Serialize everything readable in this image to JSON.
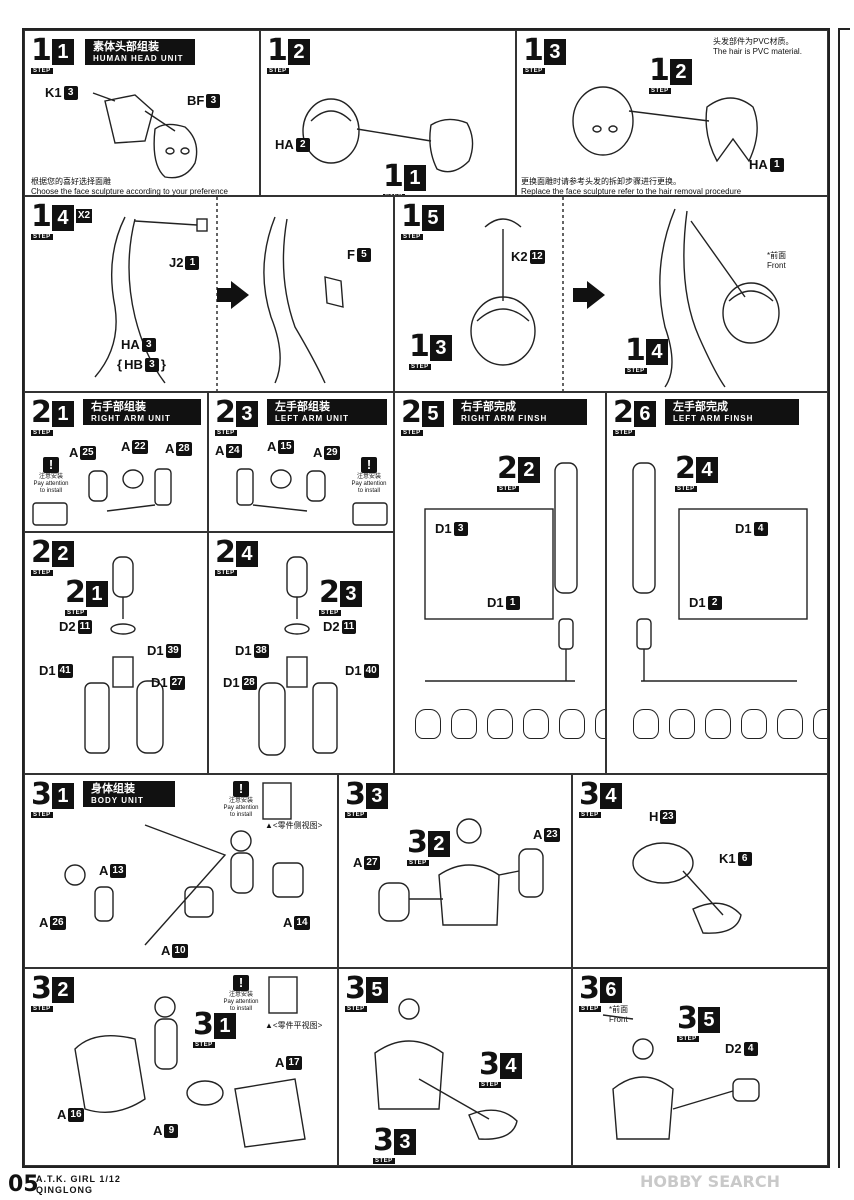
{
  "page": {
    "number": "05",
    "product_line": "A.T.K. GIRL 1/12",
    "product_name": "QINGLONG",
    "watermark": "HOBBY SEARCH"
  },
  "common": {
    "step_word": "STEP",
    "x2": "X2",
    "warn_cn": "注意安装",
    "warn_en1": "Pay attention",
    "warn_en2": "to install"
  },
  "steps": {
    "s11": {
      "major": "1",
      "minor": "1",
      "title_cn": "素体头部组装",
      "title_en": "HUMAN HEAD UNIT",
      "parts": [
        {
          "p": "K1",
          "n": "3"
        },
        {
          "p": "BF",
          "n": "3"
        }
      ],
      "note_cn": "根据您的喜好选择面雕",
      "note_en": "Choose the face sculpture according to your preference"
    },
    "s12": {
      "major": "1",
      "minor": "2",
      "parts": [
        {
          "p": "HA",
          "n": "2"
        }
      ],
      "ref_major": "1",
      "ref_minor": "1"
    },
    "s13": {
      "major": "1",
      "minor": "3",
      "note_top_cn": "头发部件为PVC材质。",
      "note_top_en": "The hair is PVC material.",
      "parts": [
        {
          "p": "HA",
          "n": "1"
        }
      ],
      "ref_major": "1",
      "ref_minor": "2",
      "note_cn": "更换面雕时请参考头发的拆卸步骤进行更换。",
      "note_en": "Replace the face sculpture refer to the hair removal procedure"
    },
    "s14": {
      "major": "1",
      "minor": "4",
      "parts": [
        {
          "p": "J2",
          "n": "1"
        },
        {
          "p": "HA",
          "n": "3"
        },
        {
          "p": "HB",
          "n": "3"
        },
        {
          "p": "F",
          "n": "5"
        }
      ]
    },
    "s15": {
      "major": "1",
      "minor": "5",
      "parts": [
        {
          "p": "K2",
          "n": "12"
        }
      ],
      "ref1_major": "1",
      "ref1_minor": "3",
      "ref2_major": "1",
      "ref2_minor": "4",
      "front_cn": "*前面",
      "front_en": "Front"
    },
    "s21": {
      "major": "2",
      "minor": "1",
      "title_cn": "右手部组装",
      "title_en": "RIGHT ARM UNIT",
      "parts": [
        {
          "p": "A",
          "n": "25"
        },
        {
          "p": "A",
          "n": "22"
        },
        {
          "p": "A",
          "n": "28"
        }
      ]
    },
    "s23": {
      "major": "2",
      "minor": "3",
      "title_cn": "左手部组装",
      "title_en": "LEFT ARM UNIT",
      "parts": [
        {
          "p": "A",
          "n": "24"
        },
        {
          "p": "A",
          "n": "15"
        },
        {
          "p": "A",
          "n": "29"
        }
      ]
    },
    "s25": {
      "major": "2",
      "minor": "5",
      "title_cn": "右手部完成",
      "title_en": "RIGHT ARM FINSH",
      "parts": [
        {
          "p": "D1",
          "n": "3"
        },
        {
          "p": "D1",
          "n": "1"
        }
      ],
      "ref_major": "2",
      "ref_minor": "2"
    },
    "s26": {
      "major": "2",
      "minor": "6",
      "title_cn": "左手部完成",
      "title_en": "LEFT ARM FINSH",
      "parts": [
        {
          "p": "D1",
          "n": "4"
        },
        {
          "p": "D1",
          "n": "2"
        }
      ],
      "ref_major": "2",
      "ref_minor": "4"
    },
    "s22": {
      "major": "2",
      "minor": "2",
      "ref_major": "2",
      "ref_minor": "1",
      "parts": [
        {
          "p": "D2",
          "n": "11"
        },
        {
          "p": "D1",
          "n": "39"
        },
        {
          "p": "D1",
          "n": "41"
        },
        {
          "p": "D1",
          "n": "27"
        }
      ]
    },
    "s24": {
      "major": "2",
      "minor": "4",
      "ref_major": "2",
      "ref_minor": "3",
      "parts": [
        {
          "p": "D2",
          "n": "11"
        },
        {
          "p": "D1",
          "n": "38"
        },
        {
          "p": "D1",
          "n": "40"
        },
        {
          "p": "D1",
          "n": "28"
        }
      ]
    },
    "s31": {
      "major": "3",
      "minor": "1",
      "title_cn": "身体组装",
      "title_en": "BODY UNIT",
      "parts": [
        {
          "p": "A",
          "n": "13"
        },
        {
          "p": "A",
          "n": "26"
        },
        {
          "p": "A",
          "n": "14"
        },
        {
          "p": "A",
          "n": "10"
        }
      ],
      "view_note": "▲<零件侧视图>"
    },
    "s33": {
      "major": "3",
      "minor": "3",
      "ref_major": "3",
      "ref_minor": "2",
      "parts": [
        {
          "p": "A",
          "n": "23"
        },
        {
          "p": "A",
          "n": "27"
        }
      ]
    },
    "s34": {
      "major": "3",
      "minor": "4",
      "parts": [
        {
          "p": "H",
          "n": "23"
        },
        {
          "p": "K1",
          "n": "6"
        }
      ]
    },
    "s32": {
      "major": "3",
      "minor": "2",
      "ref_major": "3",
      "ref_minor": "1",
      "parts": [
        {
          "p": "A",
          "n": "17"
        },
        {
          "p": "A",
          "n": "16"
        },
        {
          "p": "A",
          "n": "9"
        }
      ],
      "view_note": "▲<零件平视图>"
    },
    "s35": {
      "major": "3",
      "minor": "5",
      "ref1_major": "3",
      "ref1_minor": "4",
      "ref2_major": "3",
      "ref2_minor": "3"
    },
    "s36": {
      "major": "3",
      "minor": "6",
      "ref_major": "3",
      "ref_minor": "5",
      "parts": [
        {
          "p": "D2",
          "n": "4"
        }
      ],
      "front_cn": "*前面",
      "front_en": "Front"
    }
  }
}
